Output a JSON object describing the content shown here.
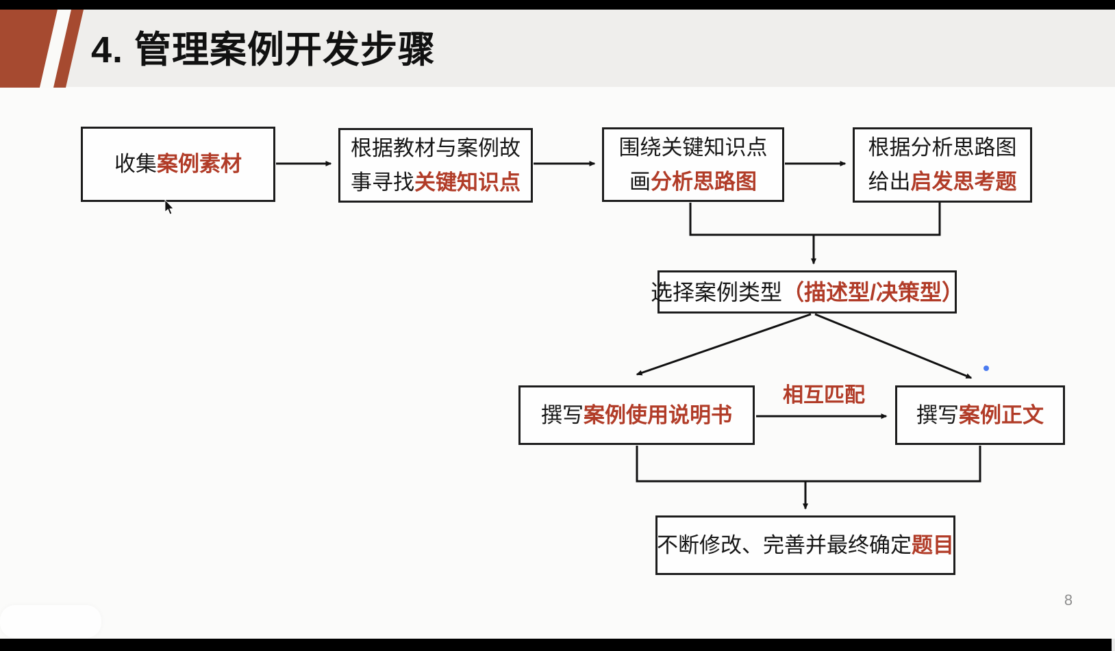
{
  "slide": {
    "title": "4. 管理案例开发步骤",
    "page_number": "8"
  },
  "colors": {
    "accent_text_red": "#b13c28",
    "header_shape_maroon": "#a64a30",
    "header_band_gray": "#efeeec",
    "body_background": "#fbfbfa",
    "bar_black": "#000000",
    "page_number_gray": "#8d8d8d",
    "blue_dot": "#4a7bf0"
  },
  "flowchart": {
    "box_collect": {
      "b1": "收集",
      "r1": "案例素材"
    },
    "box_find": {
      "l1": "根据教材与案例故",
      "b2": "事寻找",
      "r2": "关键知识点"
    },
    "box_draw": {
      "l1": "围绕关键知识点",
      "b2": "画",
      "r2": "分析思路图"
    },
    "box_questions": {
      "l1": "根据分析思路图",
      "b2": "给出",
      "r2": "启发思考题"
    },
    "box_type": {
      "b1": "选择案例类型",
      "r1": "（描述型/决策型）"
    },
    "box_manual": {
      "b1": "撰写",
      "r1": "案例使用说明书"
    },
    "box_body": {
      "b1": "撰写",
      "r1": "案例正文"
    },
    "box_title": {
      "b1": "不断修改、完善并最终确定",
      "r1": "题目"
    },
    "label_match": "相互匹配"
  }
}
